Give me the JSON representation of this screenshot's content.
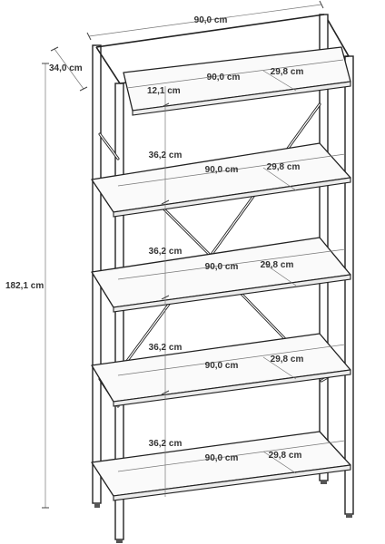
{
  "labels": {
    "top_width": "90,0 cm",
    "top_depth": "34,0 cm",
    "height": "182,1 cm",
    "top_gap": "12,1 cm",
    "shelves": [
      {
        "width": "90,0 cm",
        "depth": "29,8 cm",
        "gap": ""
      },
      {
        "width": "90,0 cm",
        "depth": "29,8 cm",
        "gap": "36,2 cm"
      },
      {
        "width": "90,0 cm",
        "depth": "29,8 cm",
        "gap": "36,2 cm"
      },
      {
        "width": "90,0 cm",
        "depth": "29,8 cm",
        "gap": "36,2 cm"
      },
      {
        "width": "90,0 cm",
        "depth": "29,8 cm",
        "gap": "36,2 cm"
      }
    ]
  }
}
